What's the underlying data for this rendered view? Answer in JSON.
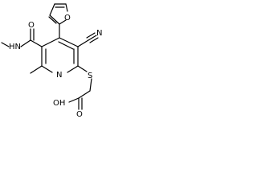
{
  "diagram": {
    "type": "chemical-structure",
    "atom_labels": {
      "nitrile_n": "N",
      "furan_o": "O",
      "amide_o": "O",
      "amide_nh": "HN",
      "ring_n": "N",
      "thio_s": "S",
      "acid_o": "O",
      "acid_oh": "OH"
    },
    "colors": {
      "line": "#000000",
      "background": "#ffffff"
    }
  }
}
